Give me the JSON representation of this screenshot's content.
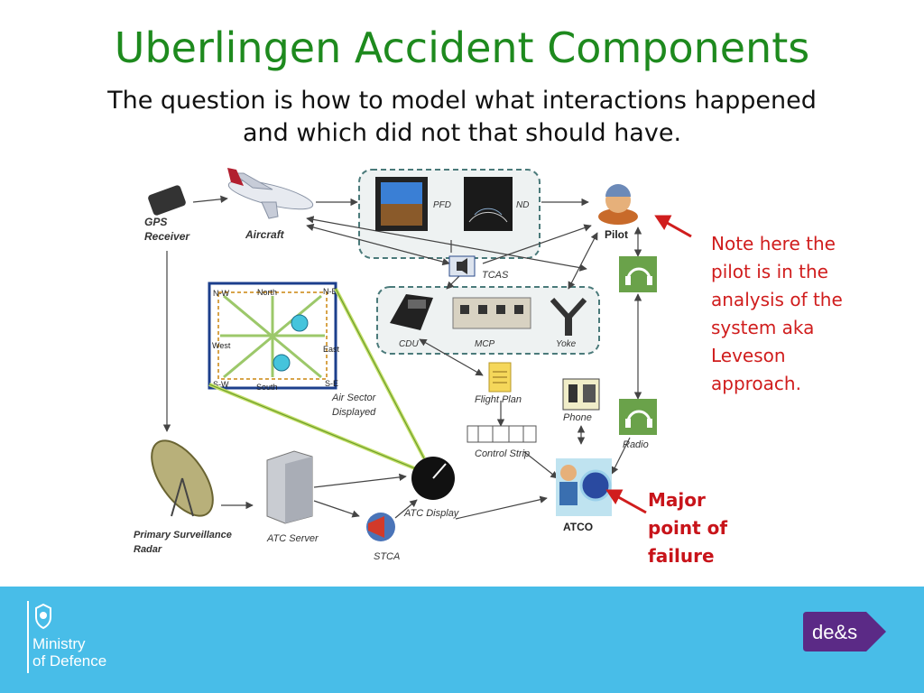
{
  "slide": {
    "title": "Uberlingen Accident Components",
    "subtitle_line1": "The question is how to model what interactions happened",
    "subtitle_line2": "and which did not that should have.",
    "note": "Note here the pilot is in the analysis of the system aka Leveson approach.",
    "note2": "Major point of failure"
  },
  "diagram": {
    "gps_line1": "GPS",
    "gps_line2": "Receiver",
    "aircraft": "Aircraft",
    "pfd": "PFD",
    "nd": "ND",
    "pilot": "Pilot",
    "tcas": "TCAS",
    "cdu": "CDU",
    "mcp": "MCP",
    "yoke": "Yoke",
    "flight_plan": "Flight Plan",
    "phone": "Phone",
    "control_strip": "Control Strip",
    "radio": "Radio",
    "atco": "ATCO",
    "atc_display": "ATC Display",
    "air_sector_line1": "Air Sector",
    "air_sector_line2": "Displayed",
    "primary_radar_line1": "Primary Surveillance",
    "primary_radar_line2": "Radar",
    "atc_server": "ATC Server",
    "stca": "STCA",
    "compass": {
      "nw": "N-W",
      "n": "North",
      "ne": "N-E",
      "w": "West",
      "e": "East",
      "sw": "S-W",
      "s": "South",
      "se": "S-E"
    }
  },
  "footer": {
    "mod_line1": "Ministry",
    "mod_line2": "of Defence",
    "logo_text": "de&s"
  },
  "colors": {
    "title": "#1e8a1e",
    "note": "#d01d1d",
    "footer": "#48bde8",
    "logo_bg": "#5b2a86"
  }
}
